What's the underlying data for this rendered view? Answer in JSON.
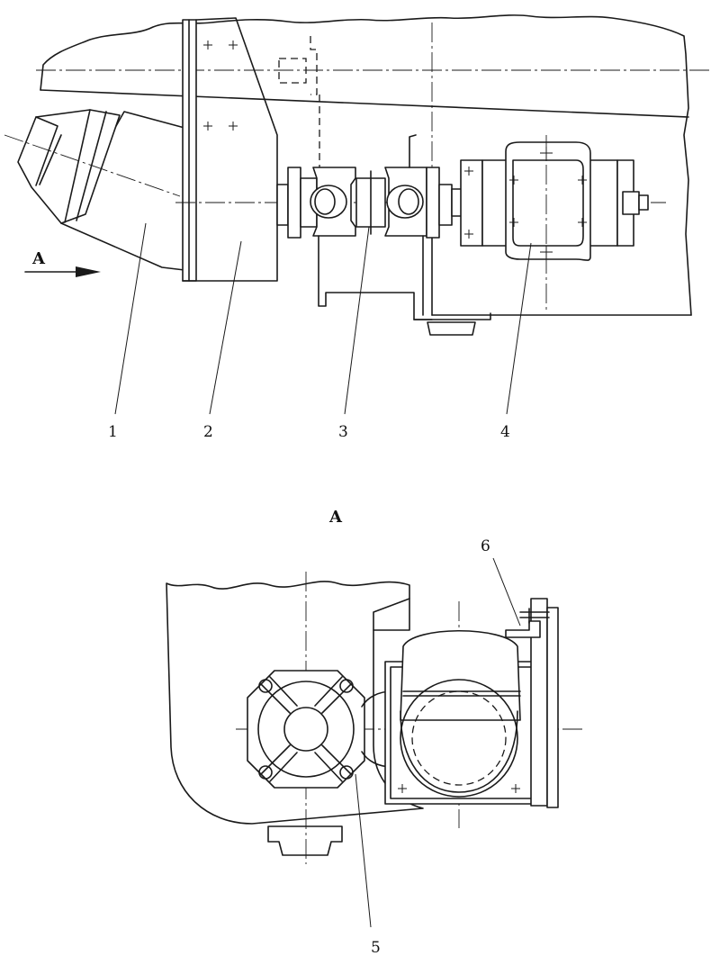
{
  "view_label_side": "A",
  "view_label_title": "A",
  "callouts": [
    "1",
    "2",
    "3",
    "4",
    "5",
    "6"
  ]
}
